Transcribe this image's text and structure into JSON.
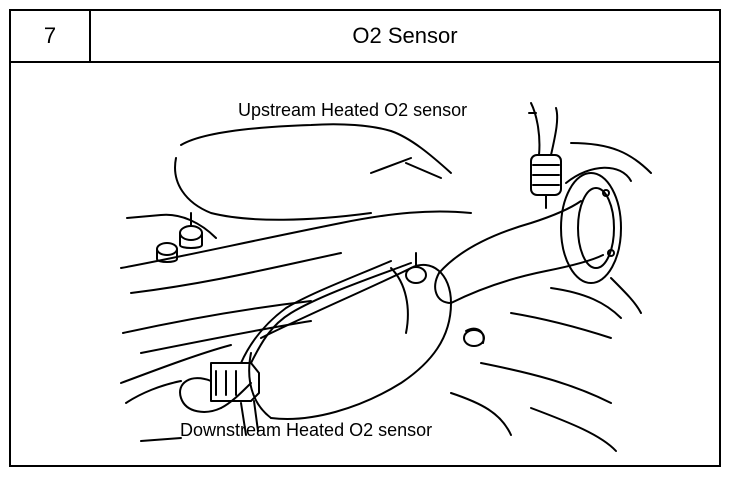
{
  "header": {
    "step_number": "7",
    "title": "O2 Sensor"
  },
  "diagram": {
    "labels": {
      "upstream": "Upstream Heated O2 sensor",
      "downstream": "Downstream Heated O2 sensor"
    }
  }
}
